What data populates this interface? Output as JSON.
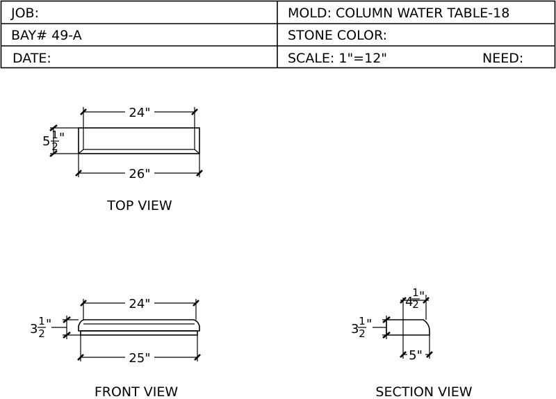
{
  "title_block": {
    "job_label": "JOB:",
    "mold": "MOLD: COLUMN WATER TABLE-18",
    "bay": "BAY# 49-A",
    "stone_color": "STONE COLOR:",
    "date_label": "DATE:",
    "scale": "SCALE: 1\"=12\"",
    "need_label": "NEED:"
  },
  "top_view": {
    "title": "TOP VIEW",
    "width_top": "24\"",
    "width_bottom": "26\"",
    "depth_whole": "5",
    "depth_num": "1",
    "depth_den": "2",
    "depth_unit": "\""
  },
  "front_view": {
    "title": "FRONT VIEW",
    "width_top": "24\"",
    "width_bottom": "25\"",
    "height_whole": "3",
    "height_num": "1",
    "height_den": "2",
    "height_unit": "\""
  },
  "section_view": {
    "title": "SECTION VIEW",
    "height_whole": "3",
    "height_num": "1",
    "height_den": "2",
    "height_unit": "\"",
    "top_whole": "4",
    "top_num": "1",
    "top_den": "2",
    "top_unit": "\"",
    "bottom": "5\""
  }
}
